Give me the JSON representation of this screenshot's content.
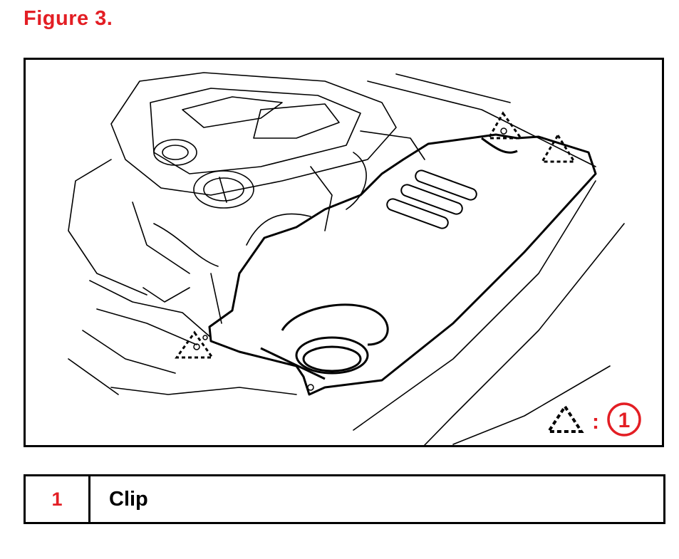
{
  "figure": {
    "title": "Figure 3."
  },
  "callout": {
    "separator": ":",
    "number": "1"
  },
  "legend": {
    "rows": [
      {
        "number": "1",
        "label": "Clip"
      }
    ]
  },
  "colors": {
    "accent": "#e31e24",
    "line": "#000000",
    "background": "#ffffff"
  },
  "icons": {
    "clip_marker": "dashed-triangle-clip-icon",
    "callout": "circled-number-icon"
  }
}
